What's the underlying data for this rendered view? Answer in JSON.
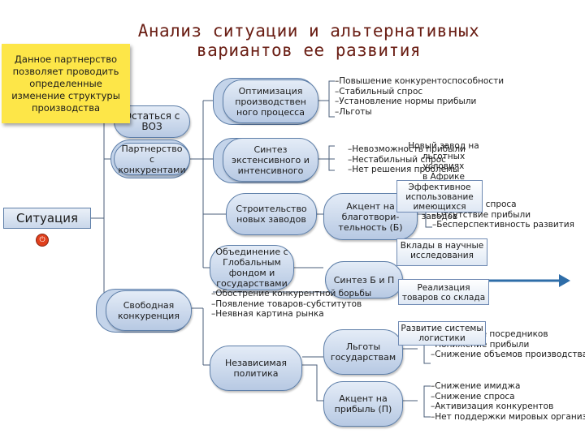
{
  "title": "Анализ ситуации и альтернативных вариантов ее развития",
  "note": "Данное партнерство позволяет проводить определенные изменение структуры производства",
  "root": "Ситуация",
  "root_icon": "power-icon",
  "colors": {
    "title": "#6a1e14",
    "note": "#fde648",
    "node_fill": "#c4d4ea",
    "arrow": "#2e6da8",
    "indicator": "#e0401d"
  },
  "nodes": {
    "stay": "Остаться с ВОЗ",
    "partnership": "Партнерство с конкурентами",
    "optimization": "Оптимизация производствен ного процесса",
    "synthesis": "Синтез экстенсивного и интенсивного",
    "new_plants": "Строительство новых заводов",
    "union": "Объединение с Глобальным фондом и государствами",
    "free": "Свободная конкуренция",
    "independent": "Независимая политика",
    "charity": "Акцент на благотвори- тельность (Б)",
    "synth_bp": "Синтез Б и П",
    "benefits": "Льготы государствам",
    "profit": "Акцент на прибыль (П)"
  },
  "lists": {
    "optimization": [
      "–Повышение конкурентоспособности",
      "–Стабильный спрос",
      "–Установление нормы прибыли",
      "–Льготы"
    ],
    "synthesis": [
      "–Невозможность прибыли",
      "–Нестабильный спрос",
      "–Нет решения проблемы"
    ],
    "synthesis_overlay": [
      "Новый завод на льготных условиях",
      "в Африке"
    ],
    "charity": [
      "–Снижение спроса",
      "–Отсутствие прибыли",
      "–Бесперспективность развития"
    ],
    "union": [
      "–Обострение конкурентной борьбы",
      "–Появление товаров-субститутов",
      "–Неявная картина рынка"
    ],
    "benefits": [
      "–Отсутствие посредников",
      "–Понижение прибыли",
      "–Снижение объемов производства"
    ],
    "profit": [
      "–Снижение имиджа",
      "–Снижение спроса",
      "–Активизация конкурентов",
      "–Нет поддержки мировых организаций"
    ]
  },
  "boxes": {
    "efficient": "Эффективное использование имеющихся заводов",
    "research": "Вклады в научные исследования",
    "sales": "Реализация товаров со склада",
    "logistics": "Развитие системы логистики"
  }
}
